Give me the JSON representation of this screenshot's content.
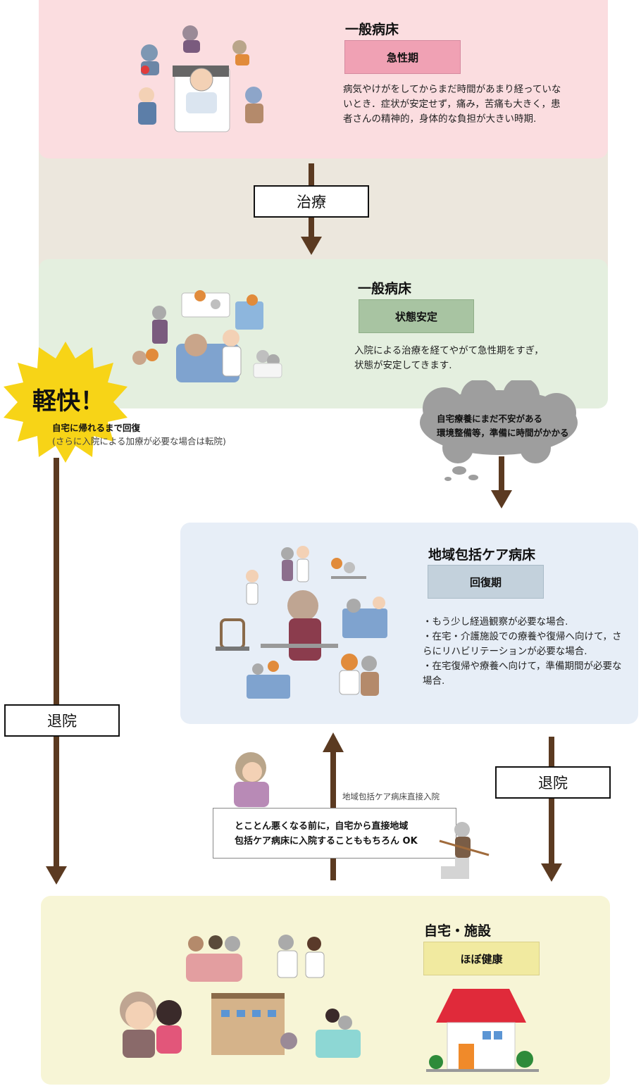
{
  "acute": {
    "title": "一般病床",
    "stage": "急性期",
    "desc": "病気やけがをしてからまだ時間があまり経っていないとき．症状が安定せず，痛み，苦痛も大きく，患者さんの精神的，身体的な負担が大きい時期.",
    "color": "#fbdde0",
    "stage_color": "#f0a1b4"
  },
  "treatment_label": "治療",
  "stable": {
    "title": "一般病床",
    "stage": "状態安定",
    "desc": "入院による治療を経てやがて急性期をすぎ，状態が安定してきます.",
    "color": "#e4efdf",
    "stage_color": "#a8c4a2"
  },
  "keikai": {
    "title": "軽快！",
    "line1": "自宅に帰れるまで回復",
    "line2": "(さらに入院による加療が必要な場合は転院)",
    "color": "#f7d417"
  },
  "cloud": {
    "line1": "自宅療養にまだ不安がある",
    "line2": "環境整備等，準備に時間がかかる",
    "color": "#9e9e9e"
  },
  "community": {
    "title": "地域包括ケア病床",
    "stage": "回復期",
    "items": [
      "・もう少し経過観察が必要な場合.",
      "・在宅・介護施設での療養や復帰へ向けて，さらにリハビリテーションが必要な場合.",
      "・在宅復帰や療養へ向けて，準備期間が必要な場合."
    ],
    "color": "#e7eef7",
    "stage_color": "#c3d1dc"
  },
  "discharge_left": "退院",
  "discharge_right": "退院",
  "direct": {
    "label": "地域包括ケア病床直接入院",
    "note_line1": "とことん悪くなる前に，自宅から直接地域",
    "note_line2": "包括ケア病床に入院することももちろん OK"
  },
  "home": {
    "title": "自宅・施設",
    "stage": "ほぼ健康",
    "color": "#f7f5d6",
    "stage_color": "#f1eaa0"
  },
  "colors": {
    "arrow": "#5b3a21",
    "transition_band": "#ece7dd"
  }
}
